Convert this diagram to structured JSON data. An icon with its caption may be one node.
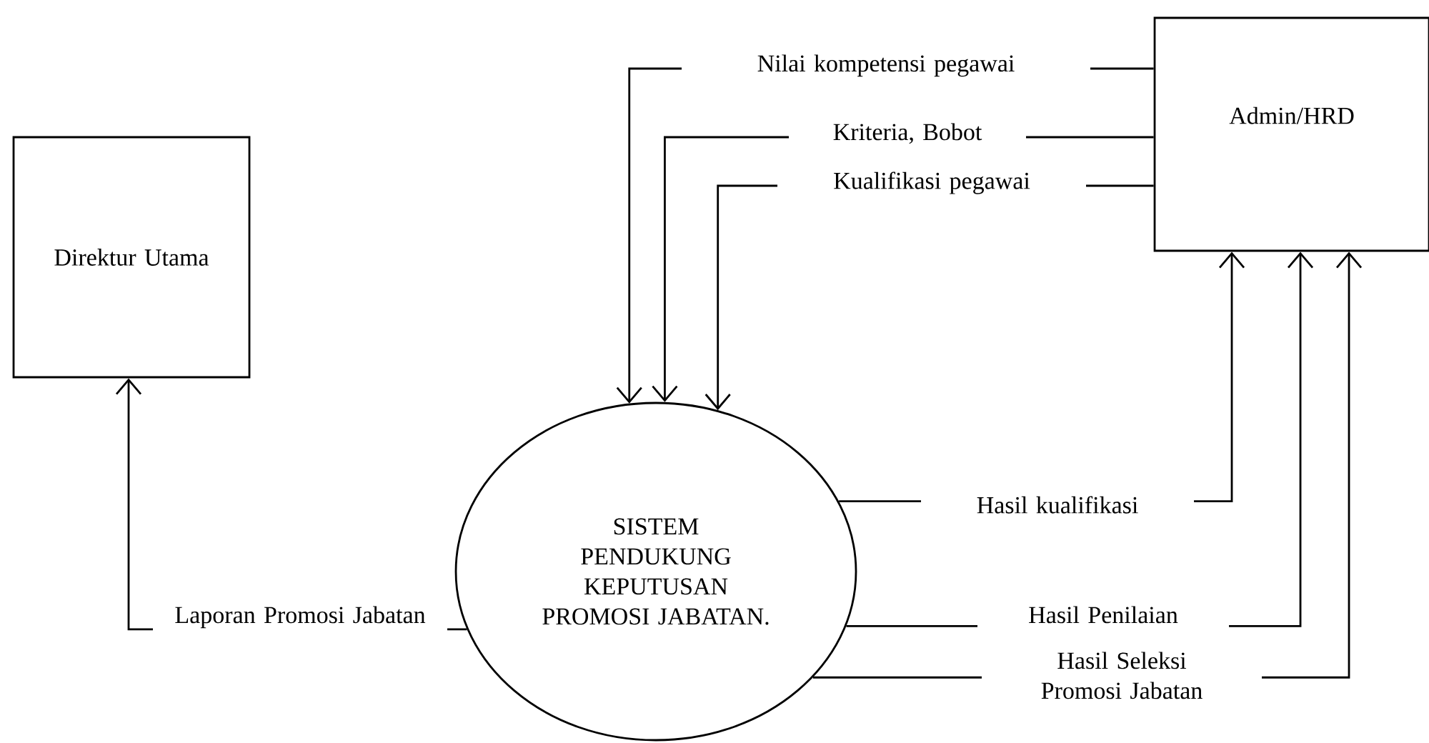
{
  "diagram": {
    "nodes": [
      {
        "text": [
          "Direktur Utama"
        ]
      },
      {
        "text": [
          "Admin/HRD"
        ]
      },
      {
        "text": [
          "SISTEM PENDUKUNG KEPUTUSAN PROMOSI JABATAN."
        ]
      }
    ],
    "edges": [
      {
        "from": 1,
        "to": 2,
        "arrow": "to",
        "label": "Nilai kompetensi pegawai"
      },
      {
        "from": 1,
        "to": 2,
        "arrow": "to",
        "label": "Kriteria, Bobot"
      },
      {
        "from": 1,
        "to": 2,
        "arrow": "to",
        "label": "Kualifikasi pegawai"
      },
      {
        "from": 2,
        "to": 1,
        "arrow": "to",
        "label": "Hasil kualifikasi"
      },
      {
        "from": 2,
        "to": 1,
        "arrow": "to",
        "label": "Hasil Penilaian"
      },
      {
        "from": 2,
        "to": 1,
        "arrow": "to",
        "label": "Hasil Seleksi Promosi Jabatan"
      },
      {
        "from": 2,
        "to": 0,
        "arrow": "to",
        "label": "Laporan Promosi Jabatan"
      }
    ]
  }
}
